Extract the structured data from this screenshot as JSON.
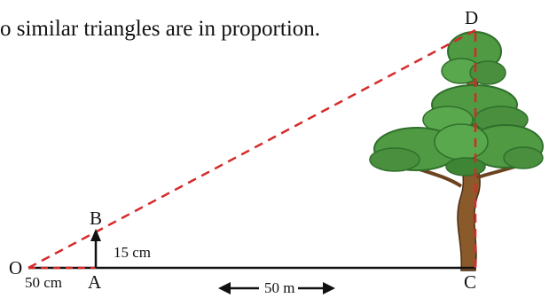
{
  "caption": "o similar triangles are in proportion.",
  "points": {
    "O": "O",
    "A": "A",
    "B": "B",
    "C": "C",
    "D": "D"
  },
  "measurements": {
    "ab_height": "15 cm",
    "oa_distance": "50 cm",
    "ac_distance": "50 m"
  },
  "colors": {
    "dashed_line": "#d62a2a",
    "ground_line": "#111111",
    "foliage": "#4f9a43",
    "foliage_dark": "#2f6f2b",
    "trunk": "#8a5a2b"
  },
  "icons": {
    "stick_arrow": "up-arrow-icon",
    "tree": "tree-icon",
    "left_arrow": "left-arrow-icon",
    "right_arrow": "right-arrow-icon"
  }
}
